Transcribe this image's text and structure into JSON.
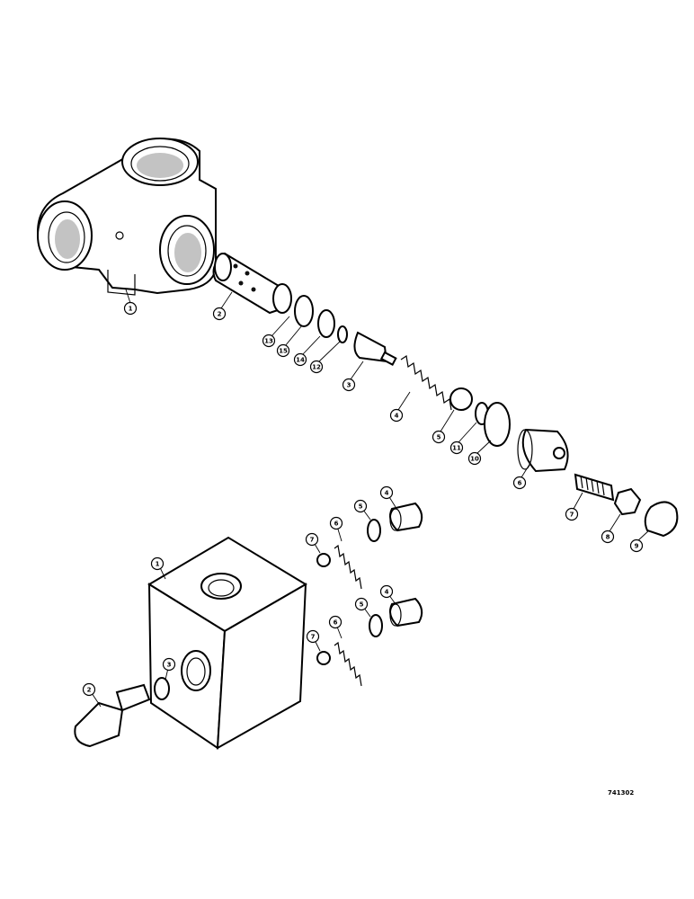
{
  "diagram": {
    "drawing_code": "741302",
    "upper_assembly": {
      "callouts": [
        "1",
        "2",
        "13",
        "15",
        "14",
        "12",
        "3",
        "4",
        "5",
        "11",
        "10",
        "6",
        "7",
        "8",
        "9"
      ]
    },
    "lower_assembly": {
      "callouts": [
        "1",
        "2",
        "3",
        "7",
        "6",
        "5",
        "4",
        "7",
        "6",
        "5",
        "4"
      ]
    }
  }
}
